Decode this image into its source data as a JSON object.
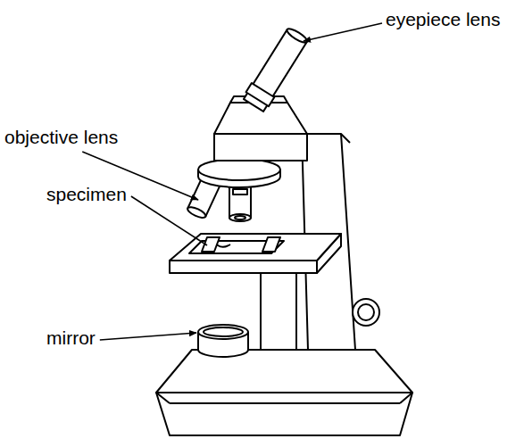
{
  "diagram": {
    "labels": [
      "eyepiece lens",
      "objective lens",
      "specimen",
      "mirror"
    ]
  }
}
